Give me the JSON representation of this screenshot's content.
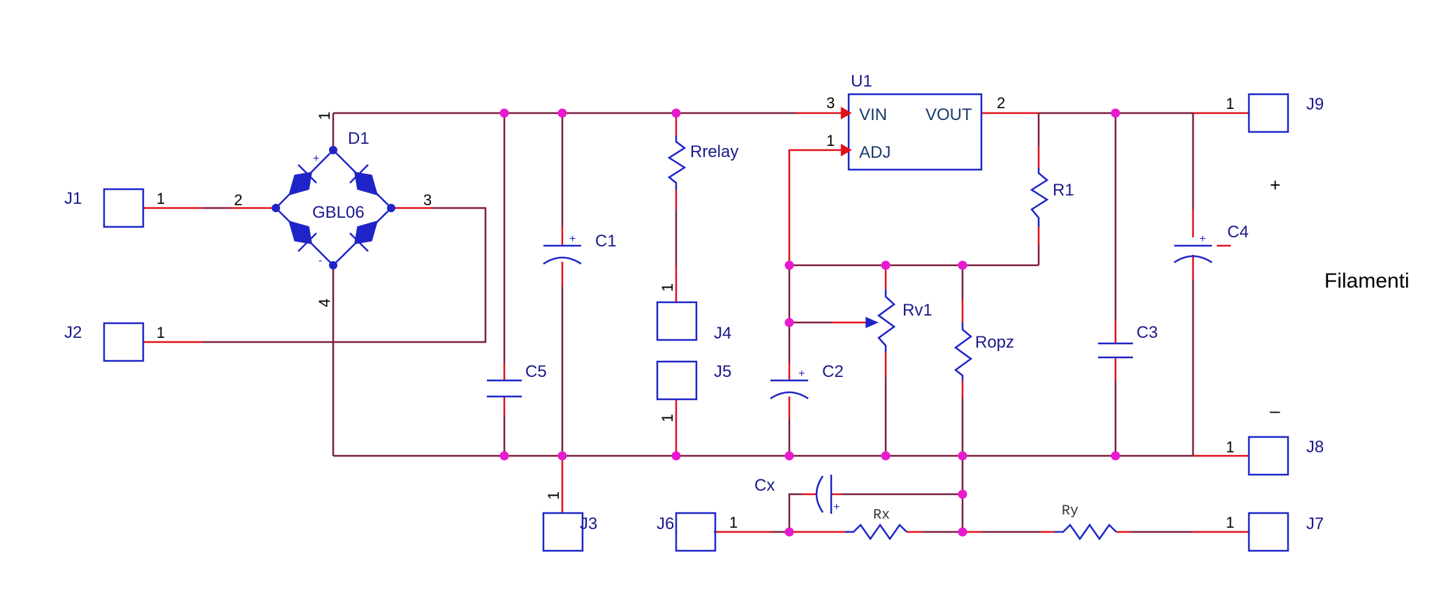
{
  "connectors": {
    "j1": "J1",
    "j2": "J2",
    "j3": "J3",
    "j4": "J4",
    "j5": "J5",
    "j6": "J6",
    "j7": "J7",
    "j8": "J8",
    "j9": "J9"
  },
  "bridge": {
    "ref": "D1",
    "part": "GBL06",
    "pin1": "1",
    "pin2": "2",
    "pin3": "3",
    "pin4": "4"
  },
  "regulator": {
    "ref": "U1",
    "vin": "VIN",
    "adj": "ADJ",
    "vout": "VOUT",
    "pin_vin": "3",
    "pin_adj": "1",
    "pin_vout": "2"
  },
  "capacitors": {
    "c1": "C1",
    "c2": "C2",
    "c3": "C3",
    "c4": "C4",
    "c5": "C5",
    "cx": "Cx"
  },
  "resistors": {
    "rrelay": "Rrelay",
    "r1": "R1",
    "rv1": "Rv1",
    "ropz": "Ropz",
    "rx": "Rx",
    "ry": "Ry"
  },
  "pin_numbers": {
    "j1": "1",
    "j2": "1",
    "j3": "1",
    "j4": "1",
    "j5": "1",
    "j6": "1",
    "j7": "1",
    "j8": "1",
    "j9": "1"
  },
  "output": {
    "label": "Filamenti",
    "plus": "+",
    "minus": "–"
  },
  "colors": {
    "wire": "#7a1f3d",
    "lead": "#e0101a",
    "component": "#1f24c8",
    "junction": "#e81ad0"
  }
}
